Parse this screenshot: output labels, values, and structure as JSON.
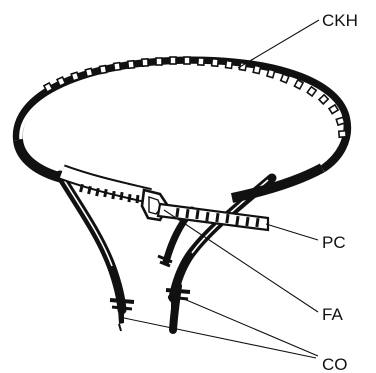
{
  "diagram": {
    "labels": {
      "ckh": "CKH",
      "pc": "PC",
      "fa": "FA",
      "co": "CO"
    },
    "colors": {
      "ink": "#111111",
      "background": "#ffffff"
    }
  }
}
